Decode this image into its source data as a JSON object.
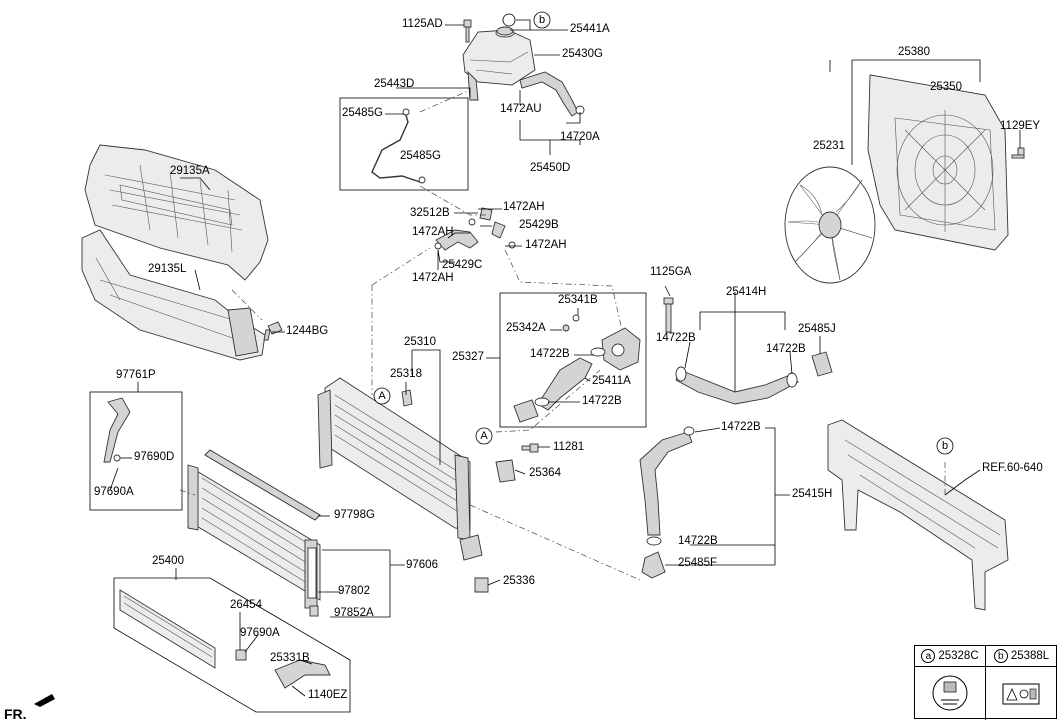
{
  "labels": [
    {
      "id": "1125AD",
      "text": "1125AD"
    },
    {
      "id": "25441A",
      "text": "25441A"
    },
    {
      "id": "25430G",
      "text": "25430G"
    },
    {
      "id": "25443D",
      "text": "25443D"
    },
    {
      "id": "25485G-top",
      "text": "25485G"
    },
    {
      "id": "1472AU",
      "text": "1472AU"
    },
    {
      "id": "14720A",
      "text": "14720A"
    },
    {
      "id": "25485G-mid",
      "text": "25485G"
    },
    {
      "id": "25450D",
      "text": "25450D"
    },
    {
      "id": "25380",
      "text": "25380"
    },
    {
      "id": "25350",
      "text": "25350"
    },
    {
      "id": "1129EY",
      "text": "1129EY"
    },
    {
      "id": "25231",
      "text": "25231"
    },
    {
      "id": "29135A",
      "text": "29135A"
    },
    {
      "id": "32512B",
      "text": "32512B"
    },
    {
      "id": "1472AH-1",
      "text": "1472AH"
    },
    {
      "id": "25429B",
      "text": "25429B"
    },
    {
      "id": "1472AH-2",
      "text": "1472AH"
    },
    {
      "id": "1472AH-3",
      "text": "1472AH"
    },
    {
      "id": "25429C",
      "text": "25429C"
    },
    {
      "id": "1472AH-4",
      "text": "1472AH"
    },
    {
      "id": "29135L",
      "text": "29135L"
    },
    {
      "id": "1125GA",
      "text": "1125GA"
    },
    {
      "id": "25414H",
      "text": "25414H"
    },
    {
      "id": "25341B",
      "text": "25341B"
    },
    {
      "id": "25342A",
      "text": "25342A"
    },
    {
      "id": "1244BG",
      "text": "1244BG"
    },
    {
      "id": "25485J",
      "text": "25485J"
    },
    {
      "id": "14722B-1",
      "text": "14722B"
    },
    {
      "id": "25310",
      "text": "25310"
    },
    {
      "id": "25327",
      "text": "25327"
    },
    {
      "id": "14722B-2",
      "text": "14722B"
    },
    {
      "id": "14722B-3",
      "text": "14722B"
    },
    {
      "id": "25318",
      "text": "25318"
    },
    {
      "id": "25411A",
      "text": "25411A"
    },
    {
      "id": "97761P",
      "text": "97761P"
    },
    {
      "id": "14722B-4",
      "text": "14722B"
    },
    {
      "id": "14722B-5",
      "text": "14722B"
    },
    {
      "id": "11281",
      "text": "11281"
    },
    {
      "id": "97690D",
      "text": "97690D"
    },
    {
      "id": "25364",
      "text": "25364"
    },
    {
      "id": "REF.60-640",
      "text": "REF.60-640"
    },
    {
      "id": "97690A-1",
      "text": "97690A"
    },
    {
      "id": "25415H",
      "text": "25415H"
    },
    {
      "id": "97798G",
      "text": "97798G"
    },
    {
      "id": "14722B-6",
      "text": "14722B"
    },
    {
      "id": "97606",
      "text": "97606"
    },
    {
      "id": "25485F",
      "text": "25485F"
    },
    {
      "id": "25400",
      "text": "25400"
    },
    {
      "id": "25336",
      "text": "25336"
    },
    {
      "id": "97802",
      "text": "97802"
    },
    {
      "id": "97852A",
      "text": "97852A"
    },
    {
      "id": "26454",
      "text": "26454"
    },
    {
      "id": "97690A-2",
      "text": "97690A"
    },
    {
      "id": "25331B",
      "text": "25331B"
    },
    {
      "id": "1140EZ",
      "text": "1140EZ"
    }
  ],
  "markers": {
    "a": "a",
    "b": "b",
    "A": "A"
  },
  "fr_label": "FR.",
  "legend": {
    "a": {
      "marker": "a",
      "part": "25328C"
    },
    "b": {
      "marker": "b",
      "part": "25388L"
    }
  },
  "colors": {
    "line": "#000000",
    "part_fill": "#d4d4d4",
    "background": "#ffffff"
  }
}
